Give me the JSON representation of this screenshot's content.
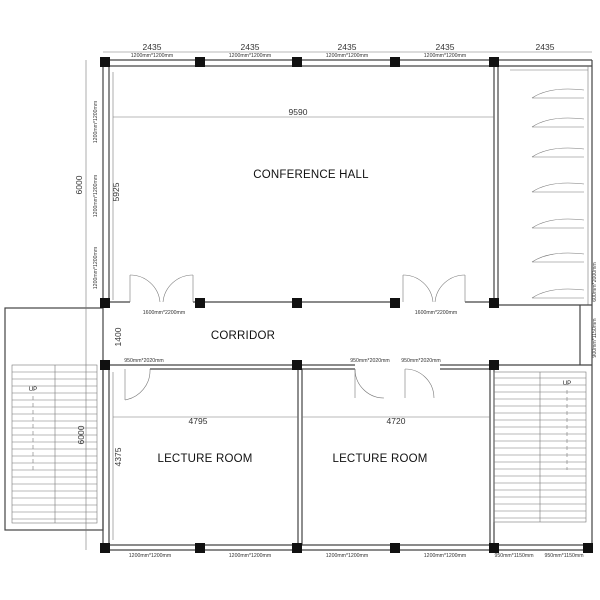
{
  "rooms": {
    "conference_hall": "CONFERENCE HALL",
    "corridor": "CORRIDOR",
    "lecture_room_1": "LECTURE ROOM",
    "lecture_room_2": "LECTURE ROOM"
  },
  "dimensions": {
    "top_bays": [
      "2435",
      "2435",
      "2435",
      "2435",
      "2435"
    ],
    "hall_width": "9590",
    "hall_depth": "5925",
    "overall_depth": "6000",
    "corridor_width": "1400",
    "stair_depth": "6000",
    "lecture_depth": "4375",
    "lecture_width_1": "4795",
    "lecture_width_2": "4720"
  },
  "windows": {
    "top": [
      "1200mm*1200mm",
      "1200mm*1200mm",
      "1200mm*1200mm",
      "1200mm*1200mm"
    ],
    "left": [
      "1200mm*1200mm",
      "1200mm*1200mm",
      "1200mm*1200mm"
    ],
    "bottom": [
      "1200mm*1200mm",
      "1200mm*1200mm",
      "1200mm*1200mm",
      "1200mm*1200mm"
    ],
    "bottom_right": [
      "950mm*1150mm",
      "950mm*1150mm"
    ],
    "right": [
      "600mm*2000mm",
      "900mm*1150mm"
    ]
  },
  "doors": {
    "hall_left": "1600mm*2200mm",
    "hall_right": "1600mm*2200mm",
    "corridor_left": "950mm*2020mm",
    "lecture_1": "950mm*2020mm",
    "lecture_2": "950mm*2020mm"
  },
  "stairs": {
    "left_up": "UP",
    "right_up": "UP"
  }
}
